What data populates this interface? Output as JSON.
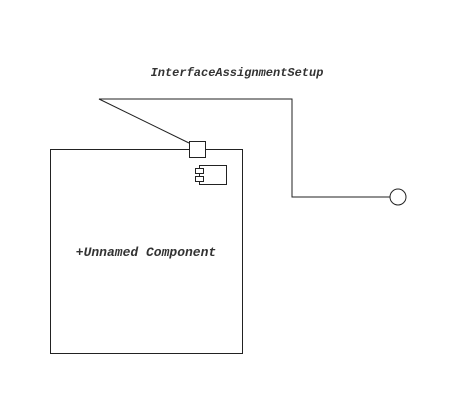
{
  "diagram": {
    "type": "uml-component-diagram",
    "interface_label": "InterfaceAssignmentSetup",
    "component_label": "+Unnamed Component",
    "icons": {
      "component": "component-icon",
      "port": "port-square-icon",
      "provided_interface": "lollipop-interface-icon"
    },
    "colors": {
      "stroke": "#222222",
      "text": "#333333",
      "background": "#ffffff"
    }
  }
}
